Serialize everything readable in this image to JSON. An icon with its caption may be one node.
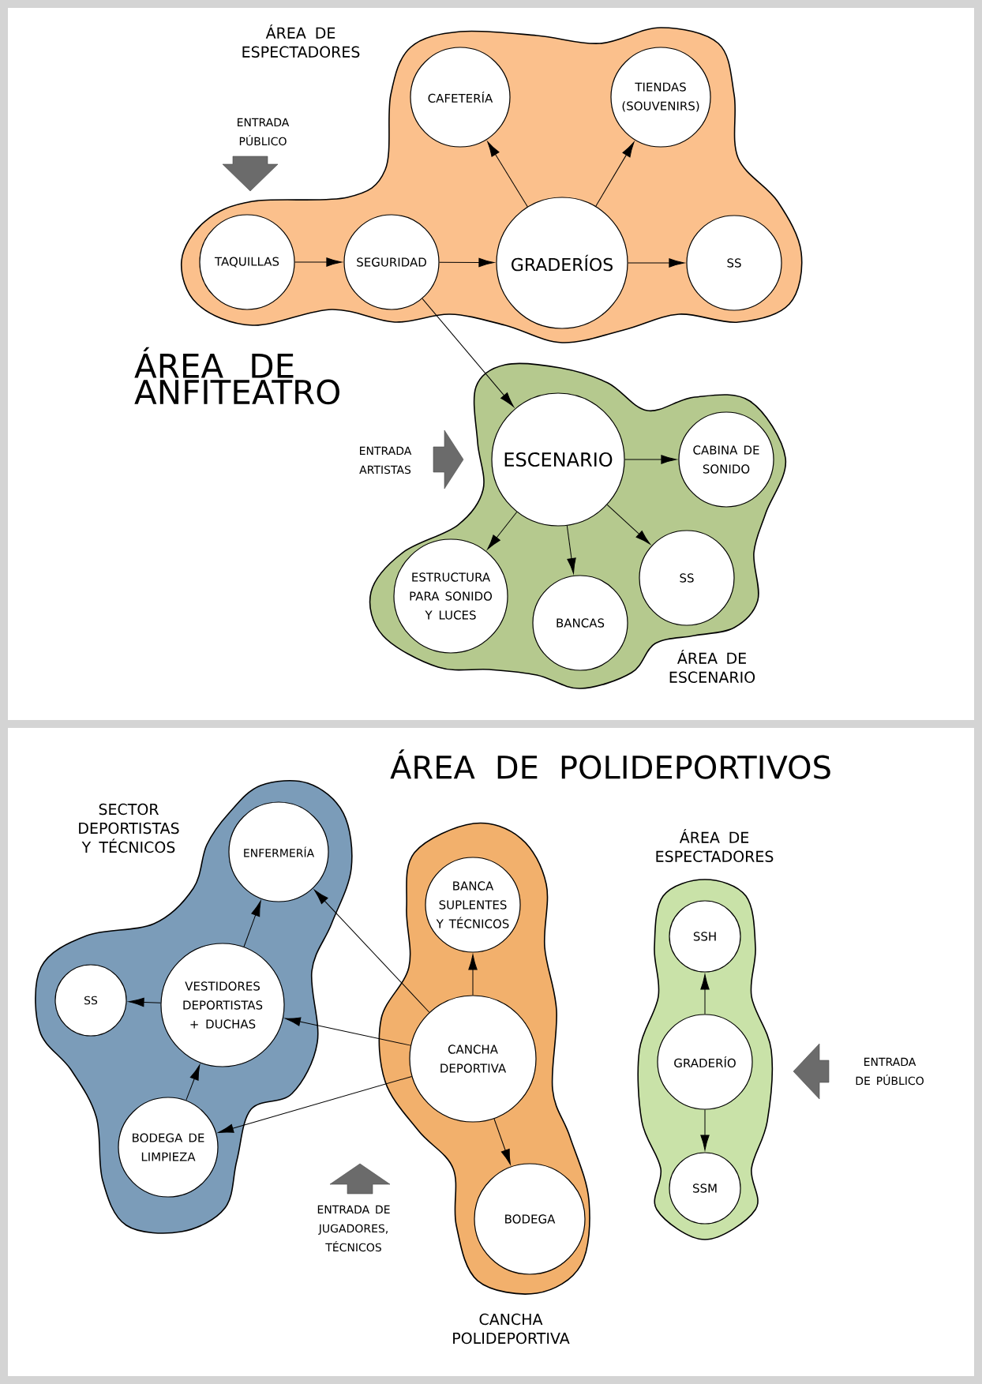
{
  "diagram": {
    "nodes": [
      {
        "text": [
          "ÁREA DE ESPECTADORES"
        ]
      },
      {
        "text": [
          "CAFETERÍA"
        ],
        "in": 0
      },
      {
        "text": [
          "TIENDAS (SOUVENIRS)"
        ],
        "in": 0
      },
      {
        "text": [
          "TAQUILLAS"
        ],
        "in": 0
      },
      {
        "text": [
          "SEGURIDAD"
        ],
        "in": 0
      },
      {
        "text": [
          "GRADERÍOS"
        ],
        "in": 0
      },
      {
        "text": [
          "SS"
        ],
        "in": 0
      },
      {
        "text": [
          "ÁREA DE ESCENARIO"
        ]
      },
      {
        "text": [
          "ESCENARIO"
        ],
        "in": 7
      },
      {
        "text": [
          "CABINA DE SONIDO"
        ],
        "in": 7
      },
      {
        "text": [
          "ESTRUCTURA PARA SONIDO Y LUCES"
        ],
        "in": 7
      },
      {
        "text": [
          "BANCAS"
        ],
        "in": 7
      },
      {
        "text": [
          "SS"
        ],
        "in": 7
      },
      {
        "text": [
          "SECTOR DEPORTISTAS Y TÉCNICOS"
        ]
      },
      {
        "text": [
          "ENFERMERÍA"
        ],
        "in": 13
      },
      {
        "text": [
          "SS"
        ],
        "in": 13
      },
      {
        "text": [
          "VESTIDORES DEPORTISTAS + DUCHAS"
        ],
        "in": 13
      },
      {
        "text": [
          "BODEGA DE LIMPIEZA"
        ],
        "in": 13
      },
      {
        "text": [
          "CANCHA POLIDEPORTIVA"
        ]
      },
      {
        "text": [
          "BANCA SUPLENTES Y TÉCNICOS"
        ],
        "in": 18
      },
      {
        "text": [
          "CANCHA DEPORTIVA"
        ],
        "in": 18
      },
      {
        "text": [
          "BODEGA"
        ],
        "in": 18
      },
      {
        "text": [
          "ÁREA DE ESPECTADORES"
        ]
      },
      {
        "text": [
          "SSH"
        ],
        "in": 22
      },
      {
        "text": [
          "GRADERÍO"
        ],
        "in": 22
      },
      {
        "text": [
          "SSM"
        ],
        "in": 22
      }
    ],
    "edges": [
      {
        "from": 3,
        "to": 4,
        "arrow": "to"
      },
      {
        "from": 4,
        "to": 5,
        "arrow": "to"
      },
      {
        "from": 5,
        "to": 6,
        "arrow": "to"
      },
      {
        "from": 5,
        "to": 1,
        "arrow": "to"
      },
      {
        "from": 5,
        "to": 2,
        "arrow": "to"
      },
      {
        "from": 4,
        "to": 8,
        "arrow": "to"
      },
      {
        "from": 8,
        "to": 9,
        "arrow": "to"
      },
      {
        "from": 8,
        "to": 10,
        "arrow": "to"
      },
      {
        "from": 8,
        "to": 11,
        "arrow": "to"
      },
      {
        "from": 8,
        "to": 12,
        "arrow": "to"
      },
      {
        "from": 20,
        "to": 19,
        "arrow": "to"
      },
      {
        "from": 20,
        "to": 21,
        "arrow": "to"
      },
      {
        "from": 20,
        "to": 14,
        "arrow": "to"
      },
      {
        "from": 20,
        "to": 16,
        "arrow": "to"
      },
      {
        "from": 20,
        "to": 17,
        "arrow": "to"
      },
      {
        "from": 17,
        "to": 16,
        "arrow": "to"
      },
      {
        "from": 16,
        "to": 14,
        "arrow": "to"
      },
      {
        "from": 16,
        "to": 15,
        "arrow": "to"
      },
      {
        "from": 24,
        "to": 23,
        "arrow": "to"
      },
      {
        "from": 24,
        "to": 25,
        "arrow": "to"
      }
    ],
    "labels": [
      "ENTRADA PÚBLICO",
      "ÁREA DE ANFITEATRO",
      "ENTRADA ARTISTAS",
      "ÁREA DE POLIDEPORTIVOS",
      "ENTRADA DE PÚBLICO",
      "ENTRADA DE JUGADORES, TÉCNICOS"
    ]
  }
}
